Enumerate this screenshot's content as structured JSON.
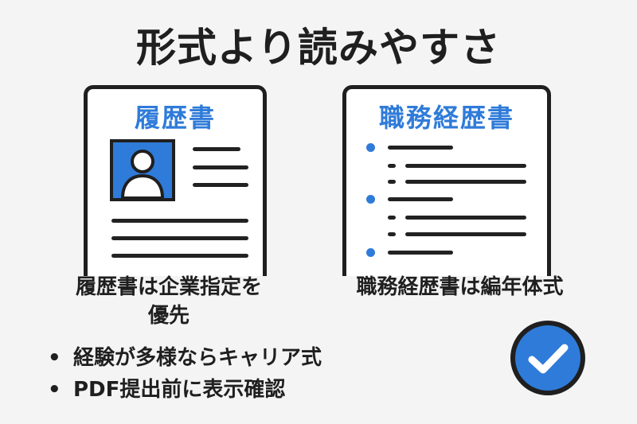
{
  "title": "形式より読みやすさ",
  "resume_card": {
    "title": "履歴書"
  },
  "career_card": {
    "title": "職務経歴書"
  },
  "captions": {
    "left_line1": "履歴書は企業指定を",
    "left_line2": "優先",
    "right": "職務経歴書は編年体式"
  },
  "bullets": [
    {
      "mark": "•",
      "text": "経験が多様ならキャリア式"
    },
    {
      "mark": "•",
      "text": "PDF提出前に表示確認"
    }
  ],
  "icons": {
    "avatar": "person-avatar-icon",
    "check": "check-circle-icon"
  },
  "colors": {
    "accent_blue": "#2f7bd9",
    "ink": "#1f1f1f",
    "background": "#f4f4f4"
  }
}
